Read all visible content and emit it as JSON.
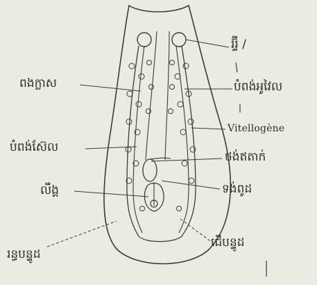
{
  "diagram": {
    "labels": {
      "top_right": "ររ្ទ៊ី /",
      "right_upper": "បំពង់អូវៃល",
      "vitellogene": "Vitellogène",
      "right_middle": "ថង់ឥតាក់",
      "right_lower": "ទង់ពូដ",
      "bottom_right": "ជើបន្ទូដ",
      "left_upper": "ពងក្លាស",
      "left_middle": "បំពង់ស៊ែល",
      "left_lower": "លឹង្គ",
      "bottom_left": "រន្ធបន្ទូដ"
    }
  }
}
